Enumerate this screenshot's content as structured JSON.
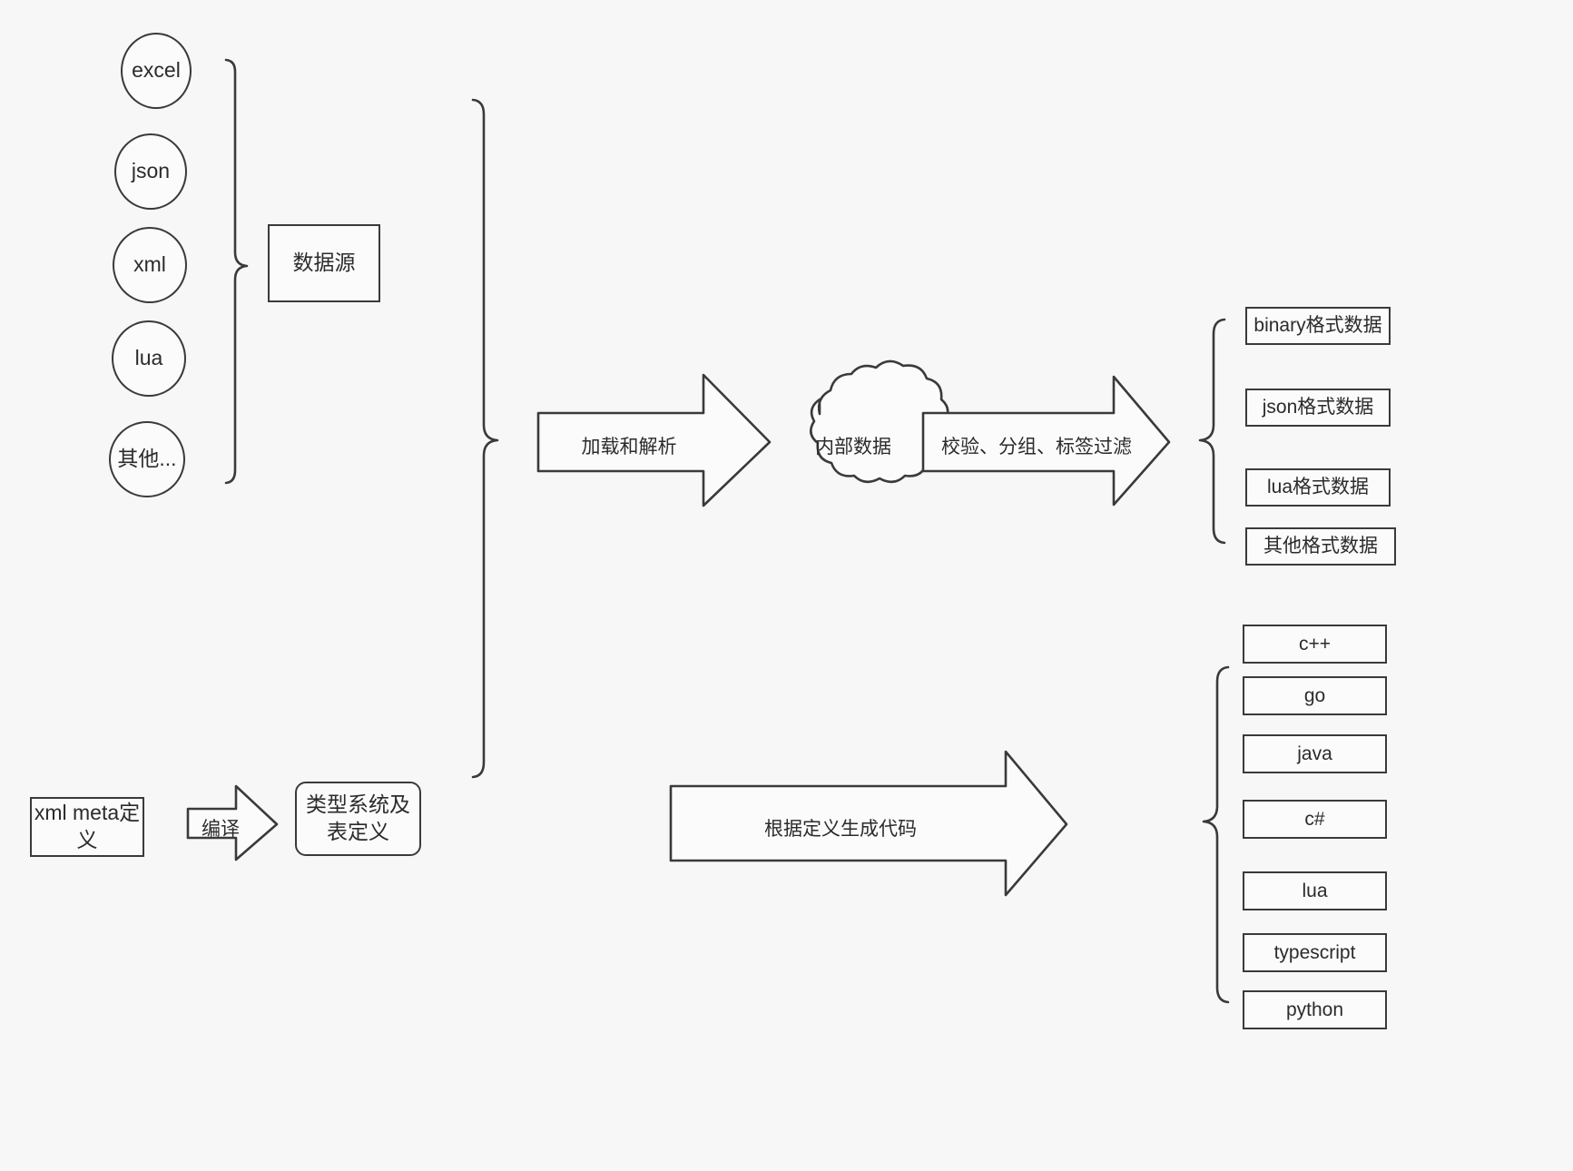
{
  "diagram": {
    "title": "data-pipeline-architecture",
    "background_color": "#f7f7f7",
    "stroke_color": "#3a3a3a",
    "fill_color": "#fbfbfb",
    "text_color": "#2b2b2b"
  },
  "data_sources": {
    "items": [
      {
        "label": "excel"
      },
      {
        "label": "json"
      },
      {
        "label": "xml"
      },
      {
        "label": "lua"
      },
      {
        "label": "其他..."
      }
    ],
    "group_label": "数据源"
  },
  "meta_definition": {
    "source_label": "xml meta定义",
    "compile_arrow_label": "编译",
    "target_label": "类型系统及表定义"
  },
  "pipeline": {
    "load_parse_arrow_label": "加载和解析",
    "internal_data_label": "内部数据",
    "filter_arrow_label": "校验、分组、标签过滤",
    "codegen_arrow_label": "根据定义生成代码"
  },
  "output_formats": {
    "items": [
      {
        "label": "binary格式数据"
      },
      {
        "label": "json格式数据"
      },
      {
        "label": "lua格式数据"
      },
      {
        "label": "其他格式数据"
      }
    ]
  },
  "output_languages": {
    "items": [
      {
        "label": "c++"
      },
      {
        "label": "go"
      },
      {
        "label": "java"
      },
      {
        "label": "c#"
      },
      {
        "label": "lua"
      },
      {
        "label": "typescript"
      },
      {
        "label": "python"
      }
    ]
  }
}
